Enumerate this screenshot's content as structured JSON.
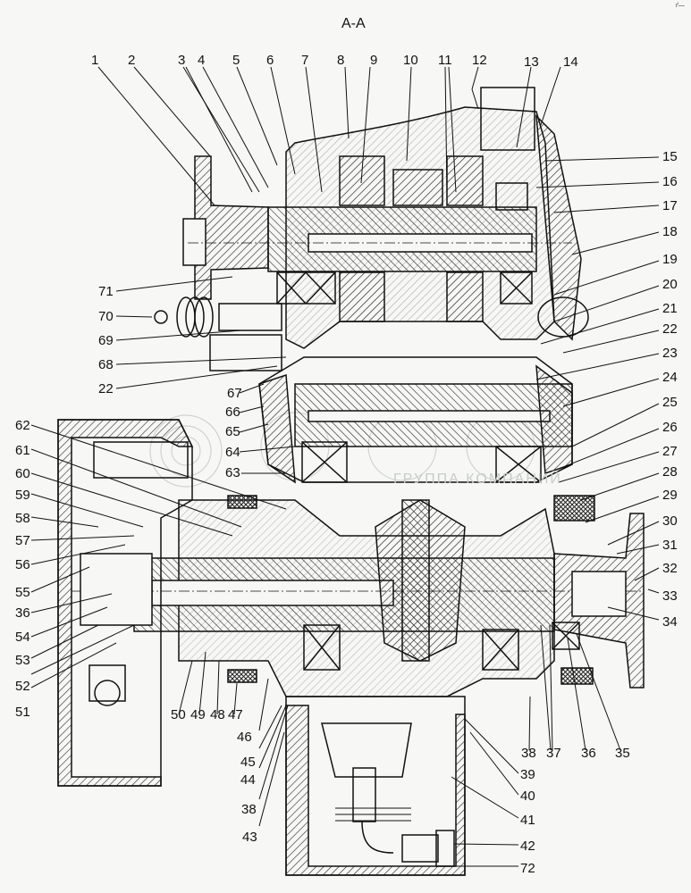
{
  "title": "А-А",
  "watermark": "ГРУППА КОМПАНИЙ",
  "corner_mark": "ґ—",
  "callouts": {
    "top": [
      "1",
      "2",
      "3",
      "4",
      "5",
      "6",
      "7",
      "8",
      "9",
      "10",
      "11",
      "12",
      "13",
      "14"
    ],
    "right": [
      "15",
      "16",
      "17",
      "18",
      "19",
      "20",
      "21",
      "22",
      "23",
      "24",
      "25",
      "26",
      "27",
      "28",
      "29",
      "30",
      "31",
      "32",
      "33",
      "34"
    ],
    "bottom_right": [
      "35",
      "36",
      "37",
      "38"
    ],
    "bottom_center": [
      "39",
      "40",
      "41",
      "42",
      "72"
    ],
    "bottom_left": [
      "43",
      "38",
      "44",
      "45",
      "46",
      "47",
      "48",
      "49",
      "50"
    ],
    "left_lower": [
      "51",
      "52",
      "53",
      "54",
      "36",
      "55",
      "56",
      "57",
      "58",
      "59",
      "60",
      "61",
      "62"
    ],
    "left_middle": [
      "63",
      "64",
      "65",
      "66",
      "67",
      "22",
      "68",
      "69",
      "70",
      "71"
    ]
  },
  "colors": {
    "ink": "#111111",
    "paper": "#f7f8f6",
    "hatch": "#222222",
    "watermark": "#c8ccc8"
  }
}
